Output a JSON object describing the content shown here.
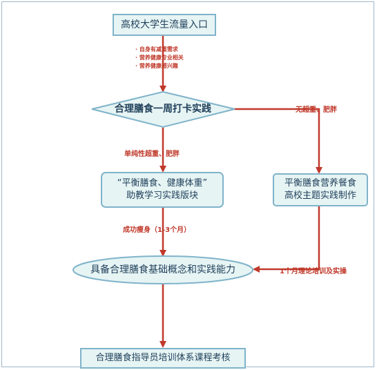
{
  "nodes": {
    "entry": "高校大学生流量入口",
    "decision": "合理膳食一周打卡实践",
    "balanced_line1": "“平衡膳食、健康体重”",
    "balanced_line2": "助教学习实践版块",
    "nutrition_line1": "平衡膳食营养餐食",
    "nutrition_line2": "高校主题实践制作",
    "capability": "具备合理膳食基础概念和实践能力",
    "assessment": "合理膳食指导员培训体系课程考核"
  },
  "edge_labels": {
    "entry_reasons": [
      "· 自身有减重需求",
      "· 营养健康专业相关",
      "· 营养健康感兴趣"
    ],
    "overweight": "单纯性超重、肥胖",
    "not_overweight": "无超重、肥胖",
    "success": "成功瘦身（1-3个月）",
    "training": "1个月理论培训及实操"
  },
  "colors": {
    "node_fill": "#e6f4f4",
    "node_border": "#7fb3c9",
    "arrow": "#c0392b"
  }
}
